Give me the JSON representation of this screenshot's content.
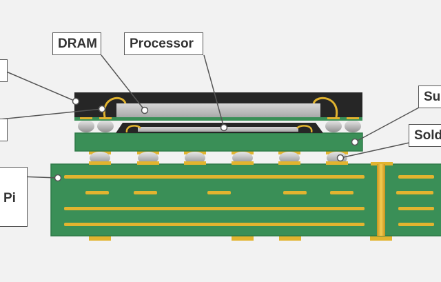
{
  "labels": {
    "dram": "DRAM",
    "processor": "Processor",
    "substrate": "Sul",
    "solder": "Sold",
    "pi": "Pi"
  },
  "colors": {
    "background": "#f2f2f2",
    "pcb_green": "#3a8f57",
    "pcb_edge": "#2e7a48",
    "trace_gold": "#e2b42f",
    "package_black": "#262626",
    "die_gray": "#c4c4c4",
    "solder_ball": "#b8b8b8",
    "bond_wire": "#e2b42f",
    "leader_line": "#555555"
  },
  "icons": [
    "leader-dot",
    "solder-ball",
    "bond-wire"
  ]
}
